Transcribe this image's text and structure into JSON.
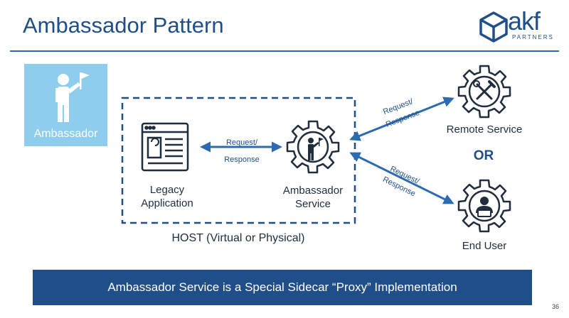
{
  "title": "Ambassador Pattern",
  "logo": {
    "text": "akf",
    "subtext": "PARTNERS"
  },
  "ambassador_card": {
    "label": "Ambassador"
  },
  "diagram": {
    "legacy_app": "Legacy\nApplication",
    "ambassador_service": "Ambassador\nService",
    "host_label": "HOST (Virtual or Physical)",
    "remote_service": "Remote Service",
    "or_label": "OR",
    "end_user": "End User",
    "req_resp_local": "Request/\nResponse",
    "req_resp_remote": "Request/\nResponse",
    "req_resp_user": "Request/\nResponse"
  },
  "banner": {
    "text": "Ambassador Service is a Special Sidecar “Proxy” Implementation"
  },
  "page_number": "36",
  "colors": {
    "brand": "#1f4e89",
    "accent": "#2b6cb0",
    "card": "#8fcdee"
  }
}
